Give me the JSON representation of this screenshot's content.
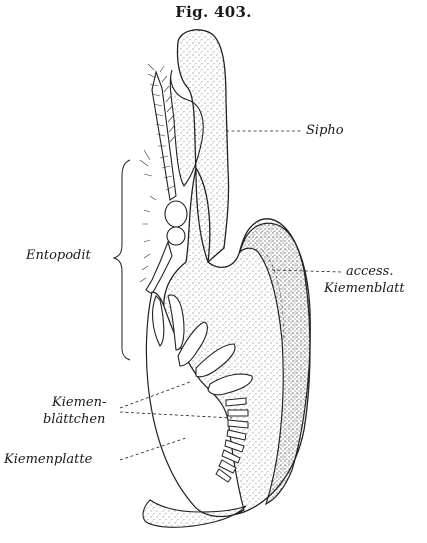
{
  "figure": {
    "title": "Fig. 403."
  },
  "labels": {
    "sipho": "Sipho",
    "entopodit": "Entopodit",
    "access_line1": "access.",
    "access_line2": "Kiemenblatt",
    "kiemen_line1": "Kiemen-",
    "kiemen_line2": "blättchen",
    "kiemenplatte": "Kiemenplatte"
  }
}
